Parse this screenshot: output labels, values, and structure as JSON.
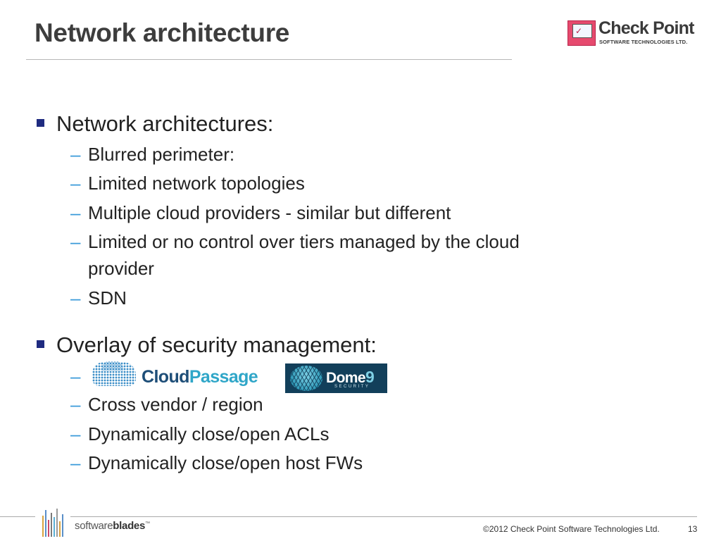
{
  "slide": {
    "title": "Network architecture",
    "page_number": "13",
    "copyright": "©2012 Check Point Software Technologies Ltd."
  },
  "logos": {
    "checkpoint_name": "Check Point",
    "checkpoint_tagline": "SOFTWARE TECHNOLOGIES LTD.",
    "softwareblades_a": "software",
    "softwareblades_b": "blades",
    "softwareblades_tm": "™",
    "cloudpassage_a": "Cloud",
    "cloudpassage_b": "Passage",
    "dome9_a": "Dome",
    "dome9_b": "9",
    "dome9_sub": "SECURITY"
  },
  "content": {
    "section1": {
      "heading": "Network architectures:",
      "items": [
        "Blurred perimeter:",
        "Limited network topologies",
        "Multiple cloud providers - similar but different",
        "Limited or no control over tiers managed by the cloud",
        "provider",
        "SDN"
      ]
    },
    "section2": {
      "heading": "Overlay of security management:",
      "items": [
        "Cross vendor / region",
        "Dynamically close/open ACLs",
        "Dynamically close/open host FWs"
      ]
    },
    "dash": "–"
  },
  "colors": {
    "title": "#3d3d3d",
    "bullet_square": "#1f2b80",
    "dash": "#3a9ad9",
    "checkpoint_red": "#e64a6e",
    "cloudpassage_dark": "#1e4e78",
    "cloudpassage_light": "#2fa6c8",
    "dome9_bg": "#123f5a"
  }
}
